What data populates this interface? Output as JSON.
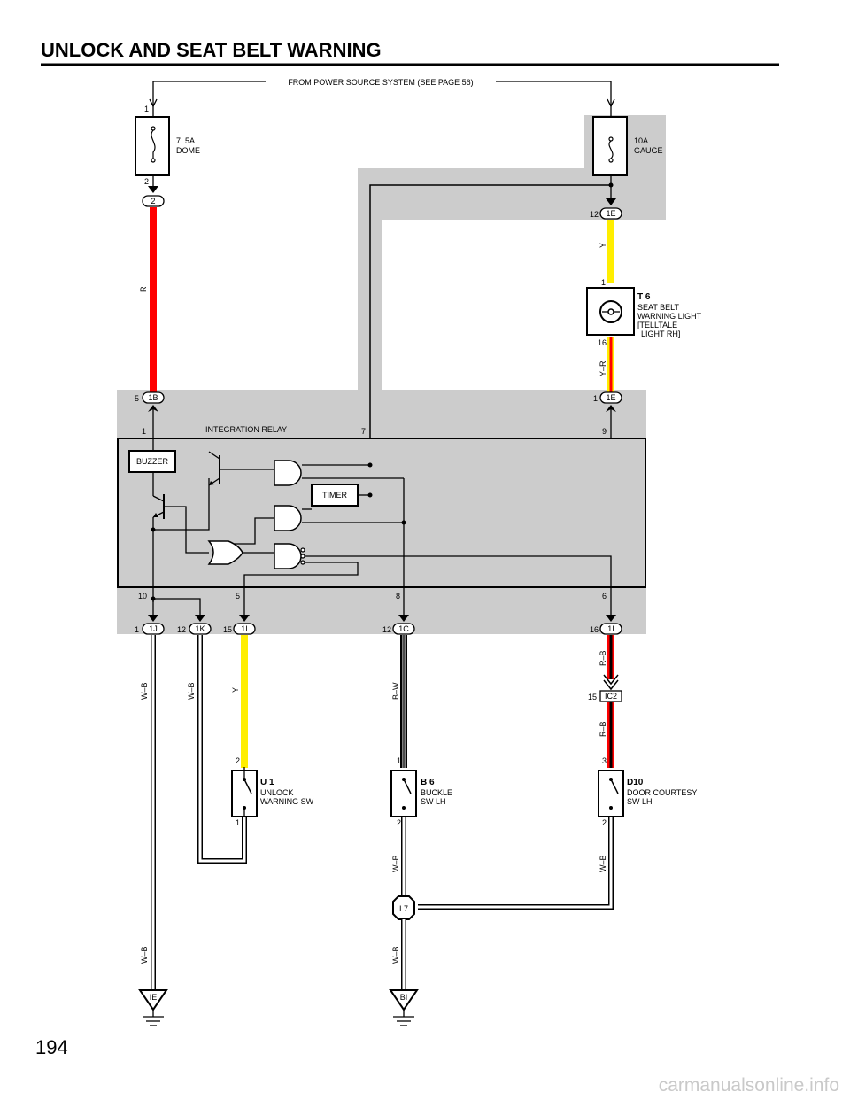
{
  "title": "UNLOCK AND SEAT BELT WARNING",
  "page_number": "194",
  "watermark": "carmanualsonline.info",
  "power_source": "FROM POWER SOURCE SYSTEM (SEE PAGE 56)",
  "fuses": {
    "dome": {
      "line1": "7. 5A",
      "line2": "DOME",
      "pin_top": "1",
      "pin_bottom": "2",
      "connector": "2"
    },
    "gauge": {
      "line1": "10A",
      "line2": "GAUGE",
      "connector": "1E",
      "pin": "12"
    }
  },
  "wires": {
    "r": "R",
    "y_top": "Y",
    "y_r": "Y–R",
    "wb_1": "W–B",
    "wb_2": "W–B",
    "y_sw": "Y",
    "bw": "B–W",
    "rb_1": "R–B",
    "rb_2": "R–B",
    "wb_buckle": "W–B",
    "wb_door": "W–B",
    "wb_ie": "W–B",
    "wb_bi": "W–B"
  },
  "telltale": {
    "code": "T 6",
    "line1": "SEAT BELT",
    "line2": "WARNING LIGHT",
    "line3": "[TELLTALE",
    "line4": "LIGHT RH]",
    "pin_top": "1",
    "pin_bottom": "16"
  },
  "relay": {
    "name": "INTEGRATION RELAY",
    "buzzer": "BUZZER",
    "timer": "TIMER",
    "pins": {
      "p1": "1",
      "p7": "7",
      "p9": "9",
      "p10": "10",
      "p5": "5",
      "p8": "8",
      "p6": "6"
    }
  },
  "connectors": {
    "c1b": {
      "label": "1B",
      "pin": "5"
    },
    "c1e_low": {
      "label": "1E",
      "pin": "1"
    },
    "c1j": {
      "label": "1J",
      "pin": "1"
    },
    "c1k": {
      "label": "1K",
      "pin": "12"
    },
    "c1i_a": {
      "label": "1I",
      "pin": "15"
    },
    "c1c": {
      "label": "1C",
      "pin": "12"
    },
    "c1i_b": {
      "label": "1I",
      "pin": "16"
    },
    "ic2": {
      "label": "IC2",
      "pin": "15"
    }
  },
  "switches": {
    "u1": {
      "code": "U 1",
      "line1": "UNLOCK",
      "line2": "WARNING SW",
      "pin_top": "2",
      "pin_bottom": "1"
    },
    "b6": {
      "code": "B 6",
      "line1": "BUCKLE",
      "line2": "SW LH",
      "pin_top": "1",
      "pin_bottom": "2"
    },
    "d10": {
      "code": "D10",
      "line1": "DOOR COURTESY",
      "line2": "SW LH",
      "pin_top": "3",
      "pin_bottom": "2"
    }
  },
  "junction": "I 7",
  "grounds": {
    "ie": "IE",
    "bi": "BI"
  },
  "colors": {
    "red": "#ff0000",
    "yellow": "#ffee00",
    "gray_area": "#cccccc",
    "black": "#000000"
  }
}
